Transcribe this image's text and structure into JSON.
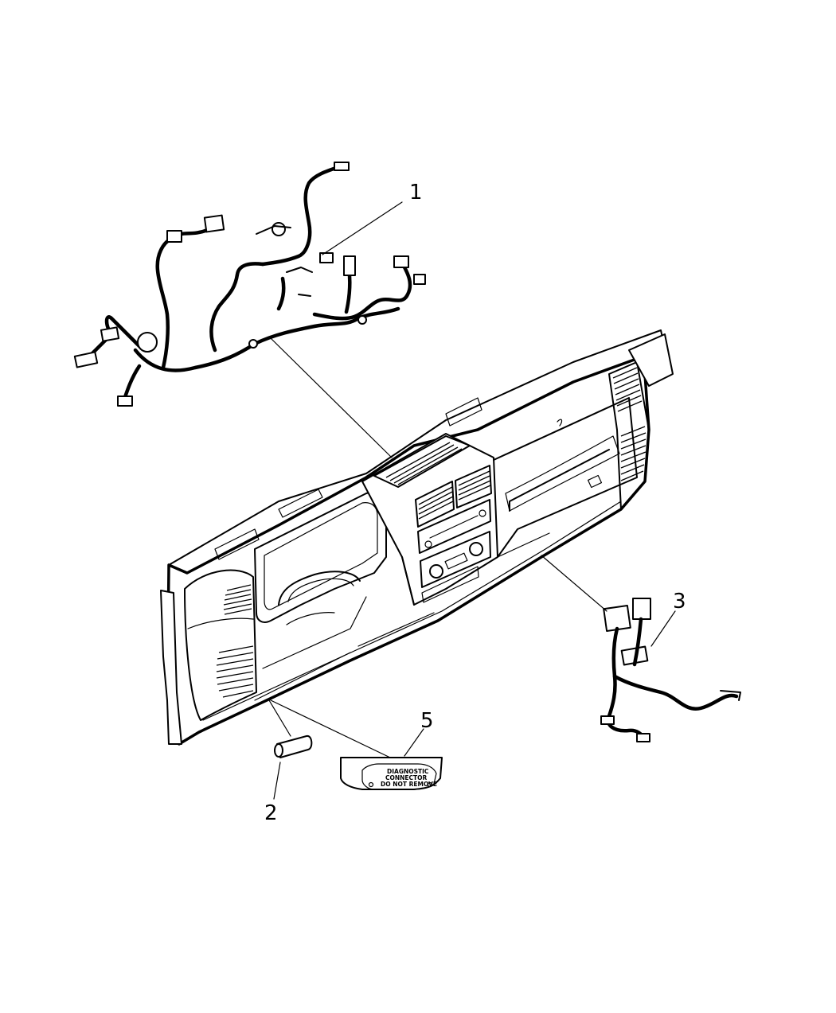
{
  "callouts": [
    {
      "id": "1",
      "label": "1"
    },
    {
      "id": "2",
      "label": "2"
    },
    {
      "id": "3",
      "label": "3"
    },
    {
      "id": "5",
      "label": "5"
    }
  ],
  "diagnostic_label": {
    "line1": "DIAGNOSTIC",
    "line2": "CONNECTOR",
    "line3": "DO NOT REMOVE"
  }
}
